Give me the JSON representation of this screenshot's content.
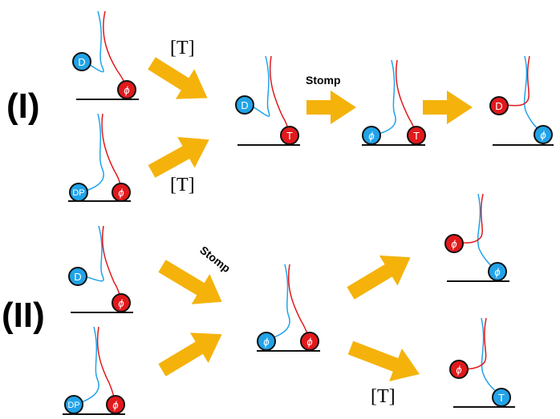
{
  "section_labels": {
    "one": "(I)",
    "two": "(II)"
  },
  "arrow_labels": {
    "T": "[T]",
    "stomp": "Stomp"
  },
  "colors": {
    "blue": "#21a3e8",
    "red": "#e2191c",
    "arrow": "#f4b20b",
    "line": "#111111"
  },
  "icons": {
    "arrow": "fat-arrow-icon",
    "blue_bead": "blue-bead-icon",
    "red_bead": "red-bead-icon"
  },
  "units": [
    {
      "left": "D",
      "right": "ϕ"
    },
    {
      "left": "DP",
      "right": "ϕ"
    },
    {
      "left": "D",
      "right": "T"
    },
    {
      "left": "ϕ",
      "right": "T"
    },
    {
      "left": "D",
      "right": "ϕ"
    },
    {
      "left": "D",
      "right": "ϕ"
    },
    {
      "left": "DP",
      "right": "ϕ"
    },
    {
      "left": "ϕ",
      "right": "ϕ"
    },
    {
      "left": "ϕ",
      "right": "ϕ"
    },
    {
      "left": "ϕ",
      "right": "T"
    }
  ]
}
